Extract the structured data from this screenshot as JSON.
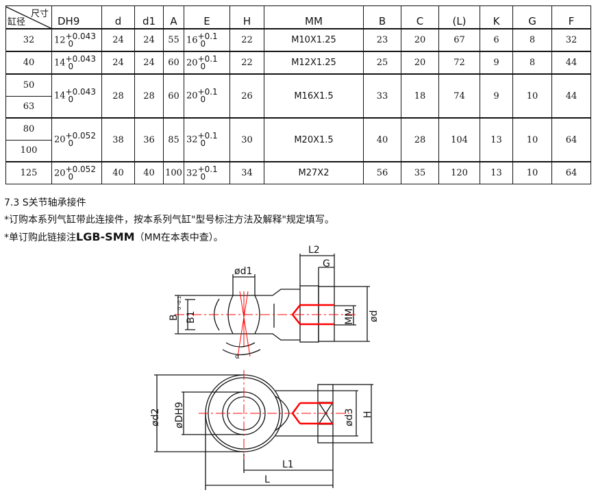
{
  "table": {
    "corner_top": "尺寸",
    "corner_bottom": "缸径",
    "headers": [
      "DH9",
      "d",
      "d1",
      "A",
      "E",
      "H",
      "MM",
      "B",
      "C",
      "(L)",
      "K",
      "G",
      "F"
    ],
    "rows": [
      {
        "bores": [
          "32"
        ],
        "dh9": {
          "base": "12",
          "upper": "+0.043",
          "lower": "0"
        },
        "d": "24",
        "d1": "24",
        "A": "55",
        "E": {
          "base": "16",
          "upper": "+0.1",
          "lower": "0"
        },
        "H": "22",
        "MM": "M10X1.25",
        "B": "23",
        "C": "20",
        "L": "67",
        "K": "6",
        "G": "8",
        "F": "32"
      },
      {
        "bores": [
          "40"
        ],
        "dh9": {
          "base": "14",
          "upper": "+0.043",
          "lower": "0"
        },
        "d": "24",
        "d1": "24",
        "A": "60",
        "E": {
          "base": "20",
          "upper": "+0.1",
          "lower": "0"
        },
        "H": "22",
        "MM": "M12X1.25",
        "B": "25",
        "C": "20",
        "L": "72",
        "K": "9",
        "G": "8",
        "F": "44"
      },
      {
        "bores": [
          "50",
          "63"
        ],
        "dh9": {
          "base": "14",
          "upper": "+0.043",
          "lower": "0"
        },
        "d": "28",
        "d1": "28",
        "A": "60",
        "E": {
          "base": "20",
          "upper": "+0.1",
          "lower": "0"
        },
        "H": "26",
        "MM": "M16X1.5",
        "B": "33",
        "C": "18",
        "L": "74",
        "K": "9",
        "G": "10",
        "F": "44"
      },
      {
        "bores": [
          "80",
          "100"
        ],
        "dh9": {
          "base": "20",
          "upper": "+0.052",
          "lower": "0"
        },
        "d": "38",
        "d1": "36",
        "A": "85",
        "E": {
          "base": "32",
          "upper": "+0.1",
          "lower": "0"
        },
        "H": "30",
        "MM": "M20X1.5",
        "B": "40",
        "C": "28",
        "L": "104",
        "K": "13",
        "G": "10",
        "F": "64"
      },
      {
        "bores": [
          "125"
        ],
        "dh9": {
          "base": "20",
          "upper": "+0.052",
          "lower": "0"
        },
        "d": "40",
        "d1": "40",
        "A": "100",
        "E": {
          "base": "32",
          "upper": "+0.1",
          "lower": "0"
        },
        "H": "34",
        "MM": "M27X2",
        "B": "56",
        "C": "35",
        "L": "120",
        "K": "13",
        "G": "10",
        "F": "64"
      }
    ]
  },
  "section": {
    "title": "7.3 S关节轴承接件",
    "note1": "*订购本系列气缸带此连接件，按本系列气缸\"型号标注方法及解释\"规定填写。",
    "note2_prefix": "*单订购此链接注",
    "note2_code": "LGB-SMM",
    "note2_suffix": "（MM在本表中查）。"
  },
  "drawing": {
    "labels": {
      "L2": "L2",
      "G": "G",
      "d1": "ød1",
      "B": "B",
      "B_tol": "0 -0.1",
      "B1": "B1",
      "MM": "MM",
      "d": "ød",
      "alpha": "α",
      "d2": "ød2",
      "DH9": "øDH9",
      "d3": "ød3",
      "H": "H",
      "L1": "L1",
      "L": "L"
    },
    "colors": {
      "line": "#111111",
      "center": "#ff0000"
    }
  }
}
